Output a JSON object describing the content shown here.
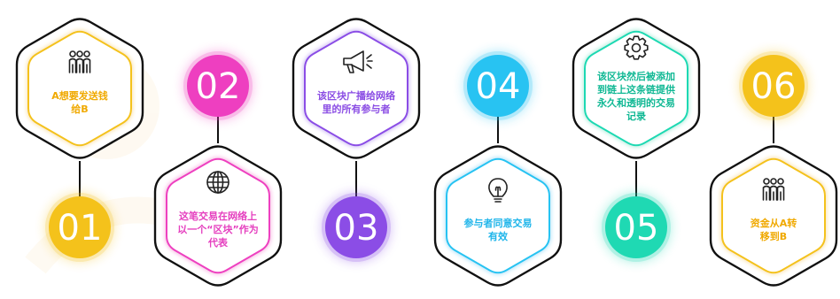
{
  "steps": [
    {
      "number": "01",
      "lines": [
        "A想要发送钱",
        "给B"
      ],
      "color": "#f4c21b",
      "text_color": "#f0a900",
      "icon": "people-icon",
      "hex_position": "top"
    },
    {
      "number": "02",
      "lines": [
        "这笔交易在网络上",
        "以一个“区块”作为",
        "代表"
      ],
      "color": "#ee3fc0",
      "text_color": "#e53fbf",
      "icon": "globe-icon",
      "hex_position": "bottom"
    },
    {
      "number": "03",
      "lines": [
        "该区块广播给网络",
        "里的所有参与者"
      ],
      "color": "#8b4de6",
      "text_color": "#8a4ce4",
      "icon": "megaphone-icon",
      "hex_position": "top"
    },
    {
      "number": "04",
      "lines": [
        "参与者同意交易",
        "有效"
      ],
      "color": "#28c3f2",
      "text_color": "#1fb5ea",
      "icon": "lightbulb-icon",
      "hex_position": "bottom"
    },
    {
      "number": "05",
      "lines": [
        "该区块然后被添加",
        "到链上这条链提供",
        "永久和透明的交易",
        "记录"
      ],
      "color": "#1fd9b3",
      "text_color": "#10b894",
      "icon": "gear-icon",
      "hex_position": "top"
    },
    {
      "number": "06",
      "lines": [
        "资金从A转",
        "移到B"
      ],
      "color": "#f4c21b",
      "text_color": "#f0a900",
      "icon": "people-icon",
      "hex_position": "bottom"
    }
  ]
}
